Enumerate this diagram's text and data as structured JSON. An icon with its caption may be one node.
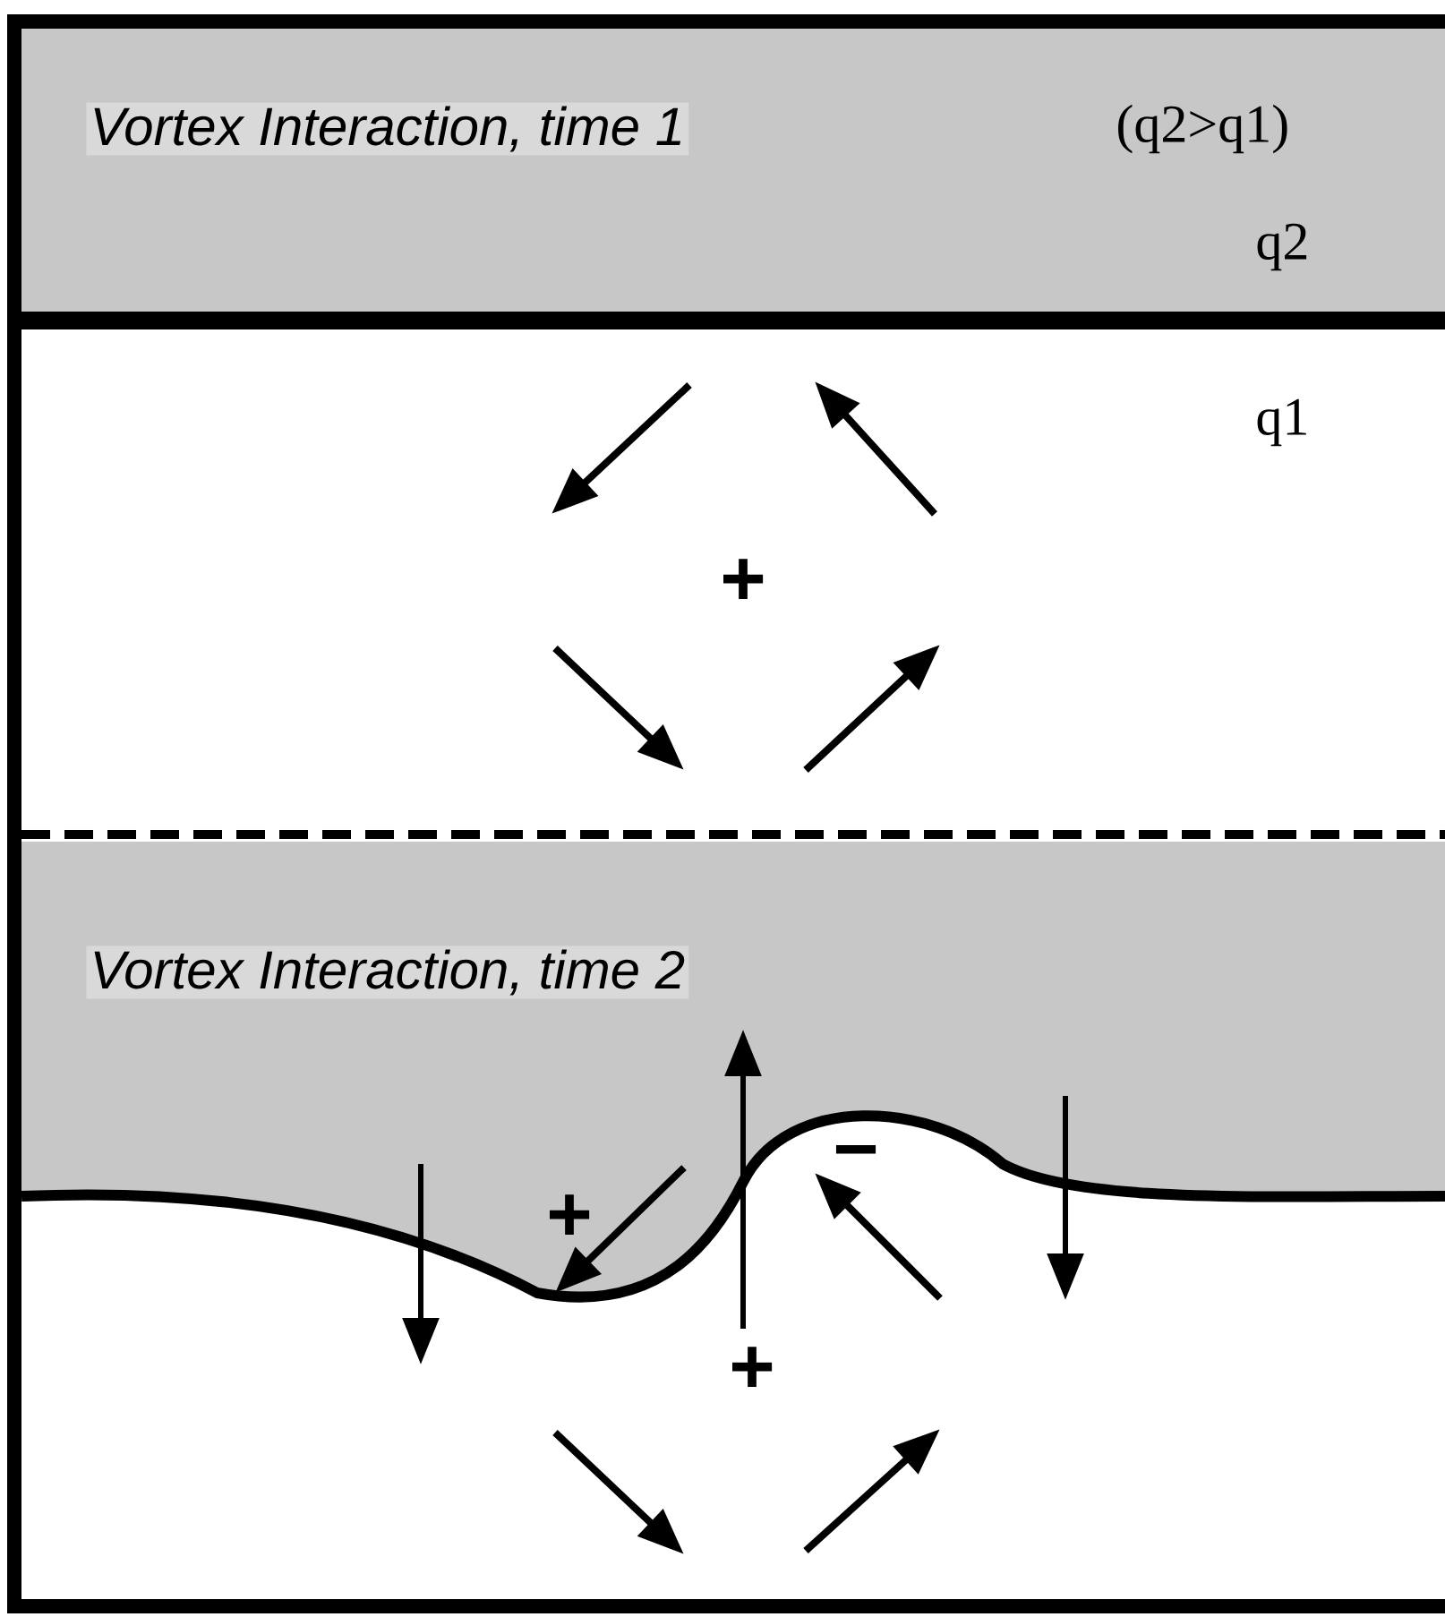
{
  "diagram": {
    "labels": [
      "Vortex Interaction, time 1",
      "(q2>q1)",
      "q2",
      "q1",
      "+",
      "Vortex Interaction, time 2",
      "+",
      "−",
      "+"
    ]
  }
}
